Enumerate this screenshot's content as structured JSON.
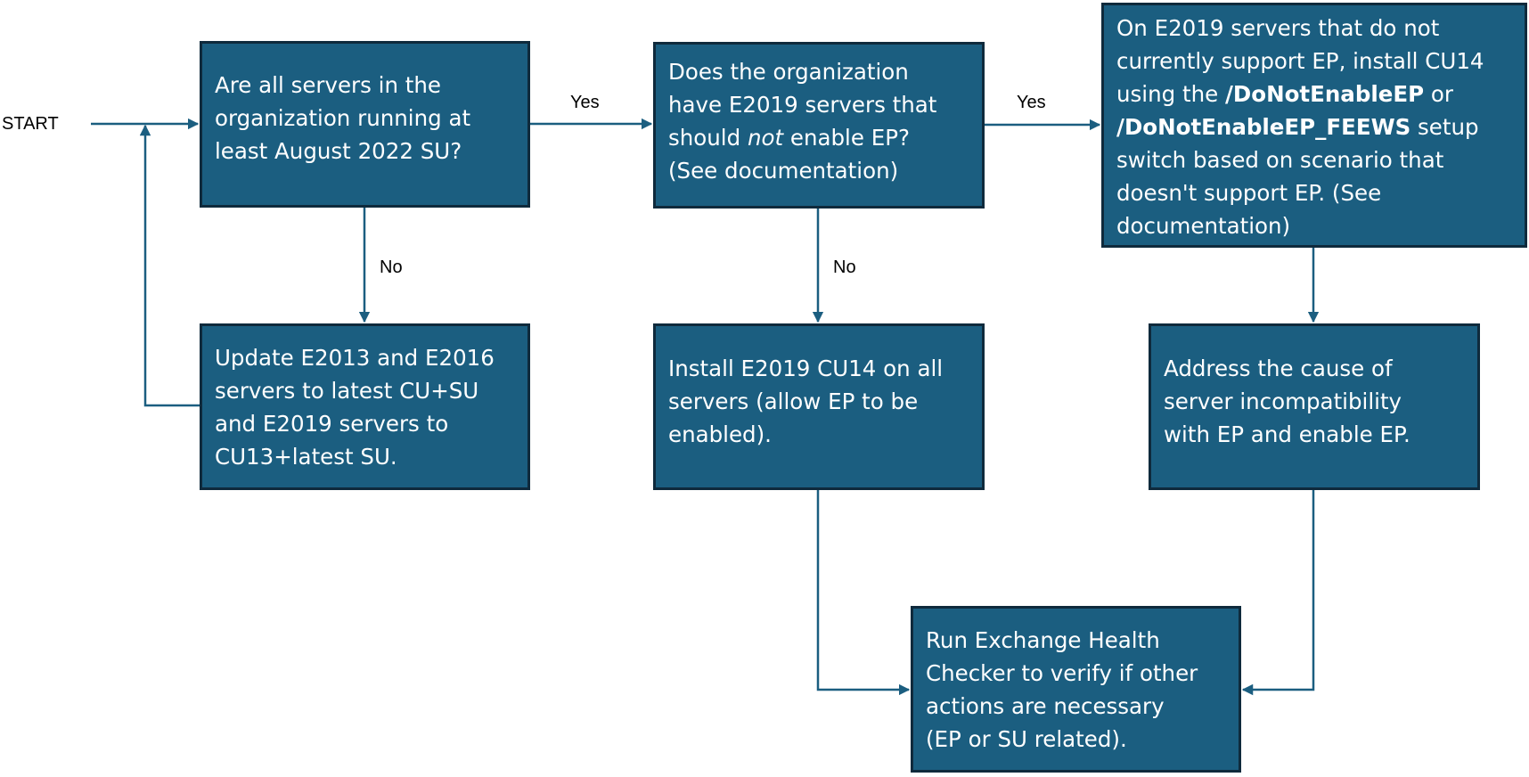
{
  "diagram": {
    "type": "flowchart",
    "colors": {
      "node_fill": "#1b5e80",
      "node_border": "#0f2a3c",
      "node_text": "#ffffff",
      "connector": "#1b5e80",
      "label_text": "#000000"
    },
    "start_label": "START",
    "edge_labels": {
      "n1_yes": "Yes",
      "n1_no": "No",
      "n2_yes": "Yes",
      "n2_no": "No"
    },
    "nodes": {
      "n1": {
        "kind": "decision",
        "lines": [
          "Are all servers in the",
          "organization running at",
          "least August 2022 SU?"
        ]
      },
      "n2": {
        "kind": "decision",
        "lines": [
          "Does the organization",
          "have E2019 servers that"
        ],
        "line3_pre": "should ",
        "line3_em": "not",
        "line3_post": " enable EP?",
        "line4": "(See documentation)"
      },
      "n3": {
        "kind": "action",
        "line1": "On E2019 servers that do not",
        "line2": "currently support EP, install CU14",
        "line3_pre": "using the ",
        "line3_bold": "/DoNotEnableEP",
        "line3_post": " or",
        "line4_bold": "/DoNotEnableEP_FEEWS",
        "line4_post": " setup",
        "line5": "switch based on scenario that",
        "line6": "doesn't support EP. (See",
        "line7": "documentation)"
      },
      "n4": {
        "kind": "action",
        "lines": [
          "Update E2013 and E2016",
          "servers to latest CU+SU",
          "and E2019 servers to",
          "CU13+latest SU."
        ]
      },
      "n5": {
        "kind": "action",
        "lines": [
          "Install E2019 CU14 on all",
          "servers (allow EP to be",
          "enabled)."
        ]
      },
      "n6": {
        "kind": "action",
        "lines": [
          "Address the cause of",
          "server incompatibility",
          "with EP and enable EP."
        ]
      },
      "n7": {
        "kind": "action",
        "lines": [
          "Run Exchange Health",
          "Checker to verify if other",
          "actions are necessary",
          "(EP or SU related)."
        ]
      }
    },
    "edges": [
      {
        "from": "START",
        "to": "n1",
        "label": ""
      },
      {
        "from": "n1",
        "to": "n2",
        "label": "Yes"
      },
      {
        "from": "n1",
        "to": "n4",
        "label": "No"
      },
      {
        "from": "n4",
        "to": "n1",
        "label": ""
      },
      {
        "from": "n2",
        "to": "n3",
        "label": "Yes"
      },
      {
        "from": "n2",
        "to": "n5",
        "label": "No"
      },
      {
        "from": "n3",
        "to": "n6",
        "label": ""
      },
      {
        "from": "n5",
        "to": "n7",
        "label": ""
      },
      {
        "from": "n6",
        "to": "n7",
        "label": ""
      }
    ]
  }
}
